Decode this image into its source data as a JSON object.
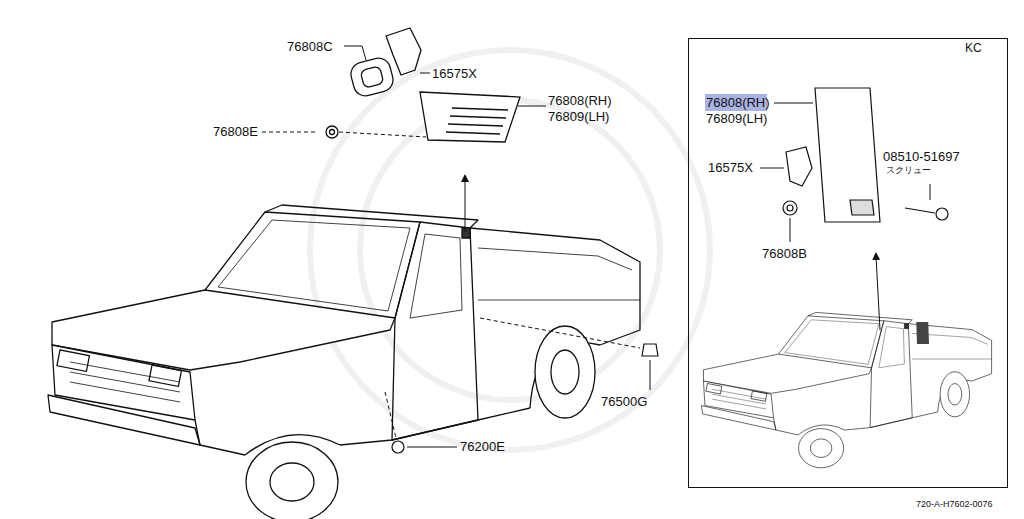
{
  "diagram": {
    "nodes": [
      {
        "text": [
          "KC"
        ]
      }
    ],
    "labels": [
      "76808C",
      "16575X",
      "76808(RH)",
      "76809(LH)",
      "76808E",
      "76808(RH)",
      "76809(LH)",
      "16575X",
      "08510-51697",
      "スクリュー",
      "76808B",
      "76500G",
      "76200E",
      "720-A-H7602-0076"
    ]
  }
}
